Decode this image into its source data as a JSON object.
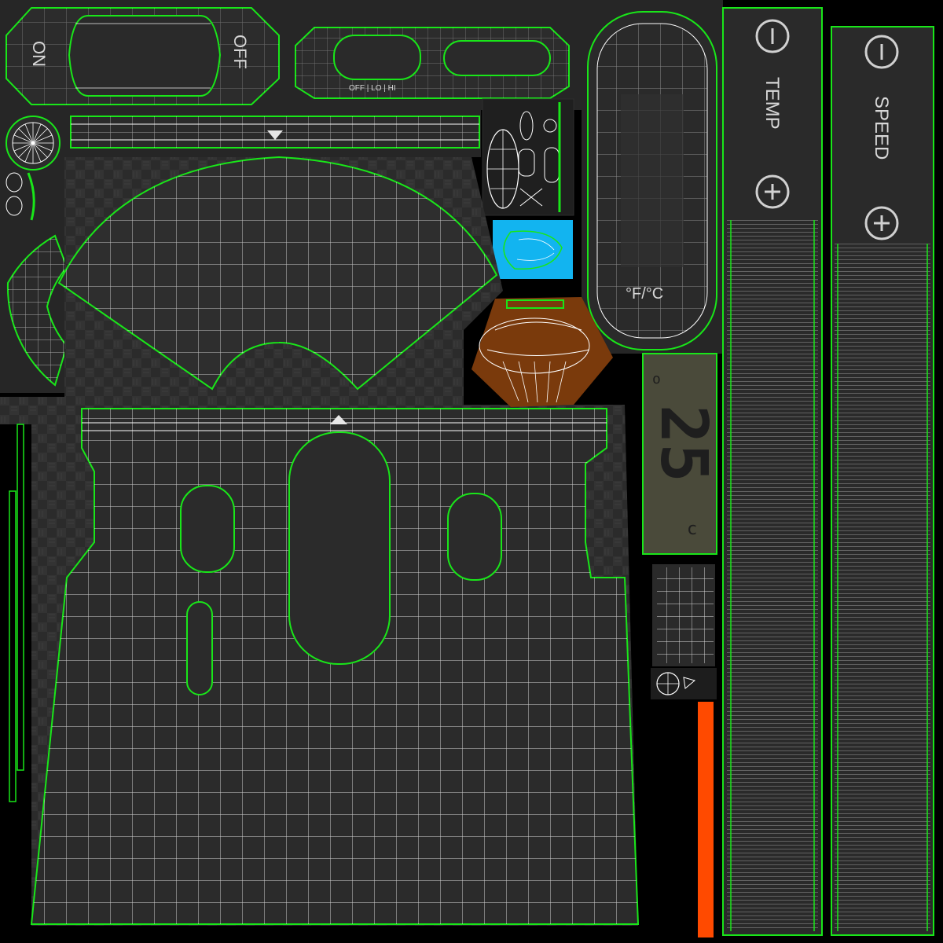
{
  "texture_atlas": {
    "colors": {
      "background": "#000000",
      "panel": "#262626",
      "carbon_panel": "#2a2a2a",
      "uv_border": "#19e619",
      "wire": "#ffffff",
      "accent_blue": "#12b4f0",
      "accent_brown": "#7a3a0c",
      "lcd_bg": "#4a4a3a",
      "lcd_segment": "#1e1e1e",
      "heat_strip": "#ff4a00"
    },
    "power_switch": {
      "on_label": "ON",
      "off_label": "OFF"
    },
    "mode_switch": {
      "positions": "OFF | LO | HI"
    },
    "lcd": {
      "unit_label": "°F/°C",
      "digits": "25",
      "degree_mark": "o",
      "unit_char": "c"
    },
    "temp_strip": {
      "minus_icon": "minus-icon",
      "label": "TEMP",
      "plus_icon": "plus-icon"
    },
    "speed_strip": {
      "minus_icon": "minus-icon",
      "label": "SPEED",
      "plus_icon": "plus-icon"
    }
  }
}
